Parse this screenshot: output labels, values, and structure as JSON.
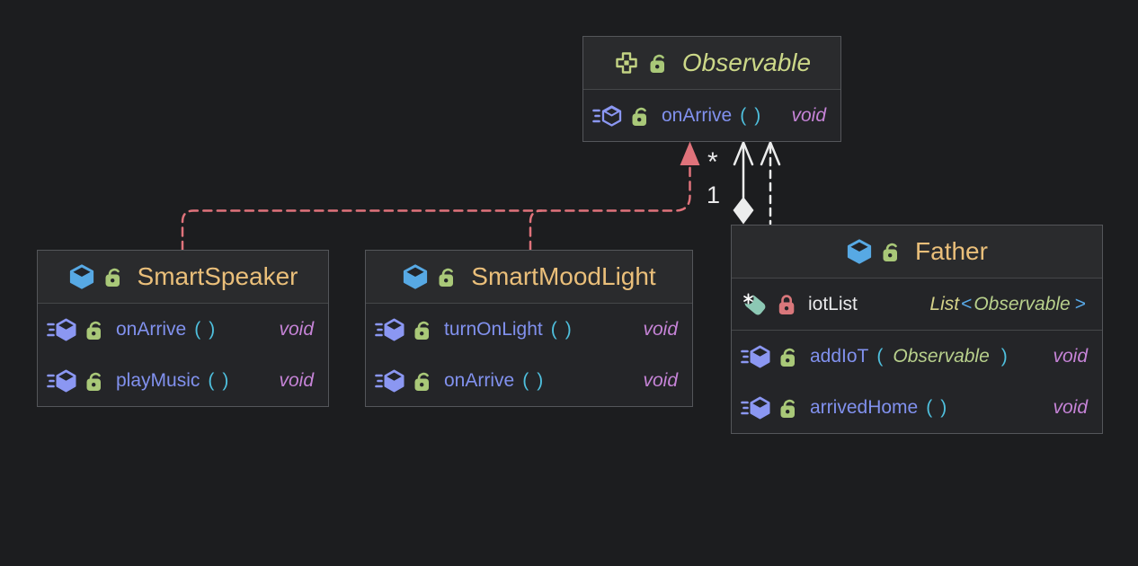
{
  "canvas": {
    "background": "#1c1d1f"
  },
  "palette": {
    "box_fill": "#242528",
    "header_fill": "#2a2b2d",
    "border": "#54565a",
    "class_name": "#eabf7a",
    "interface_name": "#ccd888",
    "method_name": "#8191ee",
    "parens": "#4fc0de",
    "return_type": "#c583d6",
    "type_text": "#d5d289",
    "type_param": "#b8d08c",
    "angle_bracket": "#58a9e8",
    "field_name": "#e9e9eb",
    "realization_edge": "#e0737b",
    "white_edge": "#eceded",
    "lock_public": "#a9c878",
    "lock_private": "#d9777b",
    "class_icon": "#57a9e4",
    "method_icon": "#8b97f2",
    "field_icon": "#8cc8b4",
    "interface_icon": "#c3d383"
  },
  "nodes": {
    "observable": {
      "name": "Observable",
      "kind": "interface",
      "methods": [
        {
          "name": "onArrive",
          "open": "(",
          "param": "",
          "close": ")",
          "returns": "void",
          "abstract": true
        }
      ]
    },
    "smartspeaker": {
      "name": "SmartSpeaker",
      "kind": "class",
      "methods": [
        {
          "name": "onArrive",
          "open": "(",
          "param": "",
          "close": ")",
          "returns": "void"
        },
        {
          "name": "playMusic",
          "open": "(",
          "param": "",
          "close": ")",
          "returns": "void"
        }
      ]
    },
    "smartmoodlight": {
      "name": "SmartMoodLight",
      "kind": "class",
      "methods": [
        {
          "name": "turnOnLight",
          "open": "(",
          "param": "",
          "close": ")",
          "returns": "void"
        },
        {
          "name": "onArrive",
          "open": "(",
          "param": "",
          "close": ")",
          "returns": "void"
        }
      ]
    },
    "father": {
      "name": "Father",
      "kind": "class",
      "fields": [
        {
          "name": "iotList",
          "type_main": "List",
          "bracket_open": "<",
          "type_param": "Observable",
          "bracket_close": ">",
          "visibility": "private",
          "final": true
        }
      ],
      "methods": [
        {
          "name": "addIoT",
          "open": "(",
          "param": "Observable",
          "close": ")",
          "returns": "void"
        },
        {
          "name": "arrivedHome",
          "open": "(",
          "param": "",
          "close": ")",
          "returns": "void"
        }
      ]
    }
  },
  "edges": {
    "realization": {
      "type": "realization",
      "from": [
        "SmartSpeaker",
        "SmartMoodLight"
      ],
      "to": "Observable",
      "color": "#e0737b"
    },
    "aggregation": {
      "type": "aggregation",
      "from": "Father",
      "to": "Observable",
      "multiplicity_target": "*",
      "multiplicity_source": "1",
      "color": "#eceded"
    },
    "dependency": {
      "type": "dependency",
      "from": "Father",
      "to": "Observable",
      "color": "#eceded"
    }
  }
}
